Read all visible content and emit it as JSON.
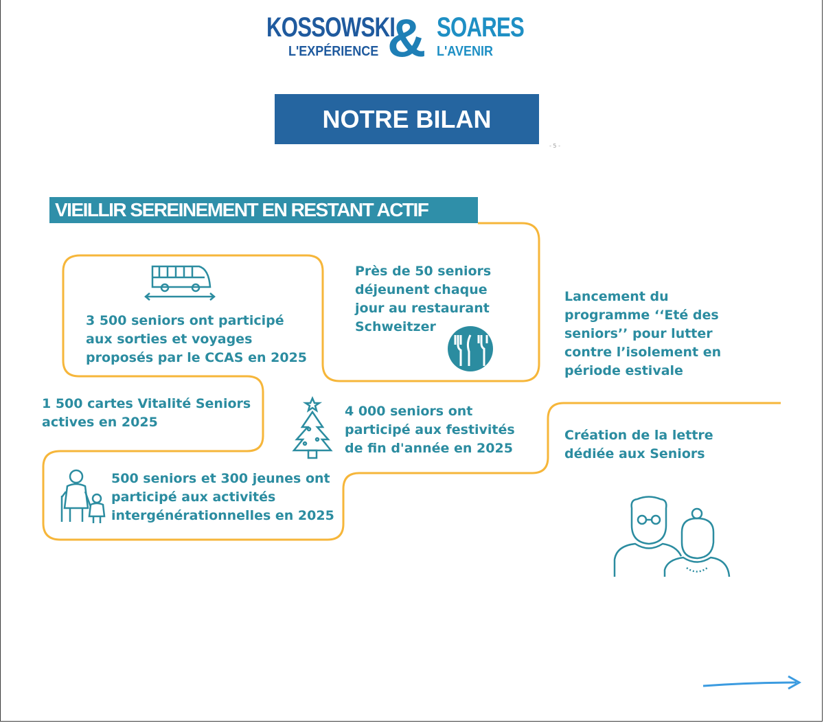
{
  "logo": {
    "left_name": "KOSSOWSKI",
    "left_tagline": "L'EXPÉRIENCE",
    "ampersand": "&",
    "right_name": "SOARES",
    "right_tagline": "L'AVENIR"
  },
  "banner": {
    "title": "NOTRE BILAN"
  },
  "page_marker": "- 5 -",
  "section": {
    "title": "VIEILLIR SEREINEMENT EN RESTANT ACTIF"
  },
  "items": {
    "trips": "3 500 seniors ont participé aux sorties et voyages proposés par le CCAS en 2025",
    "restaurant": "Près de 50 seniors déjeunent chaque jour au restaurant Schweitzer",
    "summer": "Lancement du programme ‘‘Eté des seniors’’ pour lutter contre l’isolement en période estivale",
    "cards": "1 500 cartes Vitalité Seniors actives en 2025",
    "festivities": "4 000 seniors ont participé aux festivités de fin d'année en 2025",
    "letter": "Création de la lettre dédiée aux Seniors",
    "intergen": "500 seniors et 300 jeunes ont participé aux activités intergénérationnelles en 2025"
  },
  "colors": {
    "accent": "#f6b63a",
    "teal": "#2b8ca0",
    "navy": "#2565a0"
  },
  "icons": [
    "bus-icon",
    "cutlery-icon",
    "christmas-tree-icon",
    "grandparent-child-icon",
    "senior-couple-icon",
    "next-arrow-icon"
  ]
}
